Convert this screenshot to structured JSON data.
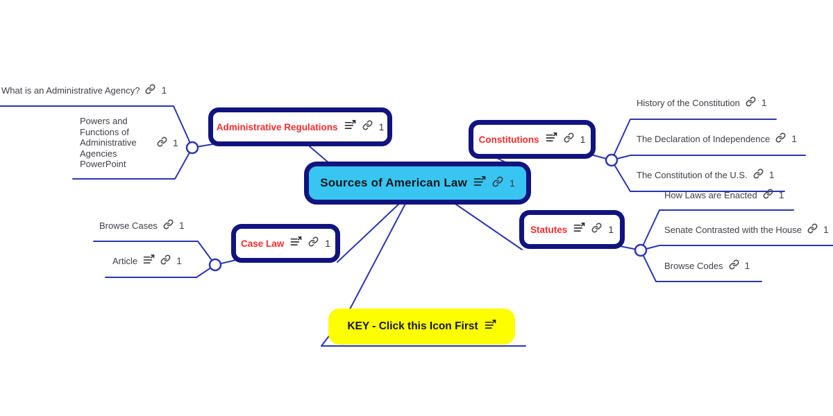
{
  "colors": {
    "node_border": "#11137f",
    "branch_line": "#2b35b0",
    "center_fill": "#38c5f2",
    "key_fill": "#fdff00",
    "topic_red": "#fa2b2b",
    "label_gray": "#3e3e46"
  },
  "center": {
    "label": "Sources of American Law",
    "link_count": "1"
  },
  "key": {
    "label": "KEY - Click this Icon First"
  },
  "branches": [
    {
      "label": "Administrative Regulations",
      "link_count": "1",
      "children": [
        {
          "label": "What is an Administrative Agency?",
          "link_count": "1"
        },
        {
          "label": "Powers and Functions of Administrative Agencies PowerPoint",
          "link_count": "1"
        }
      ]
    },
    {
      "label": "Constitutions",
      "link_count": "1",
      "children": [
        {
          "label": "History of the Constitution",
          "link_count": "1"
        },
        {
          "label": "The Declaration of Independence",
          "link_count": "1"
        },
        {
          "label": "The Constitution of the U.S.",
          "link_count": "1"
        }
      ]
    },
    {
      "label": "Statutes",
      "link_count": "1",
      "children": [
        {
          "label": "How Laws are Enacted",
          "link_count": "1"
        },
        {
          "label": "Senate Contrasted with the House",
          "link_count": "1"
        },
        {
          "label": "Browse Codes",
          "link_count": "1"
        }
      ]
    },
    {
      "label": "Case Law",
      "link_count": "1",
      "children": [
        {
          "label": "Browse Cases",
          "link_count": "1"
        },
        {
          "label": "Article",
          "link_count": "1",
          "has_note": true
        }
      ]
    }
  ]
}
